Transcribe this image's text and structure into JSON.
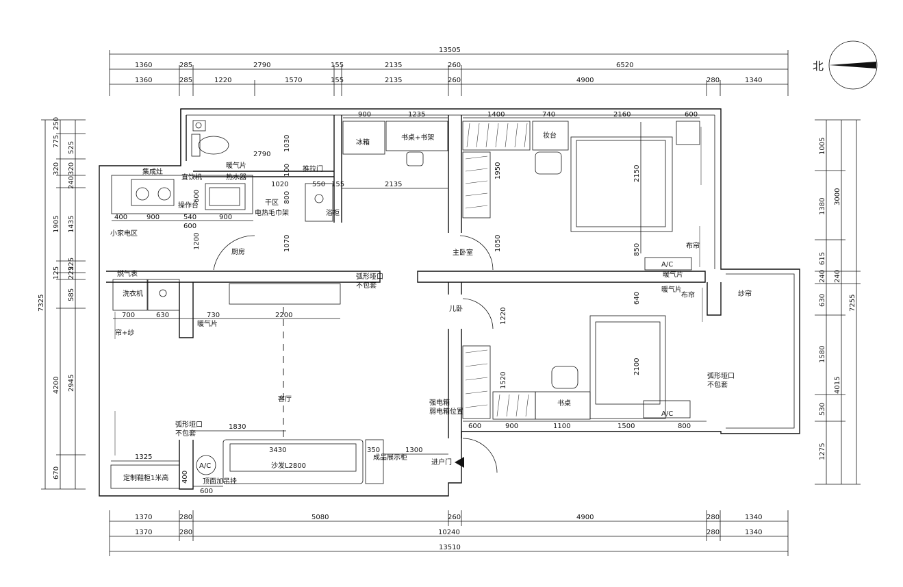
{
  "compass": {
    "label": "北"
  },
  "dimensions": {
    "top_total": "13505",
    "top_row1": [
      "1360",
      "285",
      "2790",
      "155",
      "2135",
      "260",
      "6520"
    ],
    "top_row2": [
      "1360",
      "285",
      "1220",
      "1570",
      "155",
      "2135",
      "260",
      "4900",
      "280",
      "1340"
    ],
    "bottom_row1": [
      "1370",
      "280",
      "5080",
      "260",
      "4900",
      "280",
      "1340"
    ],
    "bottom_row2": [
      "1370",
      "280",
      "10240",
      "280",
      "1340"
    ],
    "bottom_total": "13510",
    "left_total": "7325",
    "left_col1": [
      "250",
      "775",
      "320",
      "1905",
      "125",
      "4200",
      "670"
    ],
    "left_col2": [
      "525",
      "320",
      "240",
      "1435",
      "225",
      "225",
      "585",
      "2945"
    ],
    "right_total": "7255",
    "right_col1": [
      "1005",
      "1380",
      "615",
      "240",
      "630",
      "1580",
      "530",
      "1275"
    ],
    "right_col2": [
      "3000",
      "240",
      "4015"
    ]
  },
  "rooms": {
    "kitchen": "厨房",
    "living": "客厅",
    "master_bedroom": "主卧室",
    "child_bedroom": "儿卧",
    "dry_area": "干区",
    "appliance_area": "小家电区",
    "entry_door": "进户门"
  },
  "furniture": {
    "integrated_stove": "集成灶",
    "water_purifier": "直饮机",
    "water_heater": "热水器",
    "countertop": "操作台",
    "radiator": "暖气片",
    "sliding_door": "推拉门",
    "towel_rack": "电热毛巾架",
    "fridge": "冰箱",
    "desk_shelf": "书桌+书架",
    "dresser": "妆台",
    "washer": "洗衣机",
    "gas_meter": "燃气表",
    "curtain": "布帘",
    "sheer_curtain": "纱帘",
    "desk": "书桌",
    "sofa": "沙发L2800",
    "display_cabinet": "成品展示柜",
    "shoe_cabinet": "定制鞋柜1米高",
    "ac": "A/C",
    "ceiling_ac": "顶面加吊挂",
    "electric_box": "强电箱",
    "weak_box": "弱电箱位置",
    "arch_opening": "弧形垭口",
    "no_cover": "不包套",
    "curtain_yarn": "帘+纱",
    "bathroom_cabinet": "浴柜"
  },
  "inner_dims": {
    "kitchen_row": [
      "400",
      "900",
      "540",
      "900"
    ],
    "bath_row": [
      "900",
      "1235"
    ],
    "master_row": [
      "1400",
      "740",
      "2160",
      "600"
    ],
    "laundry_row": [
      "700",
      "630",
      "730",
      "2200"
    ],
    "child_row": [
      "600",
      "900",
      "1100",
      "1500",
      "800"
    ],
    "misc": [
      "2790",
      "1030",
      "100",
      "1020",
      "550",
      "155",
      "2135",
      "600",
      "800",
      "1200",
      "1070",
      "1950",
      "2150",
      "1050",
      "850",
      "640",
      "1220",
      "1520",
      "2100",
      "1830",
      "1325",
      "3430",
      "350",
      "1300",
      "400",
      "600",
      "600"
    ]
  }
}
